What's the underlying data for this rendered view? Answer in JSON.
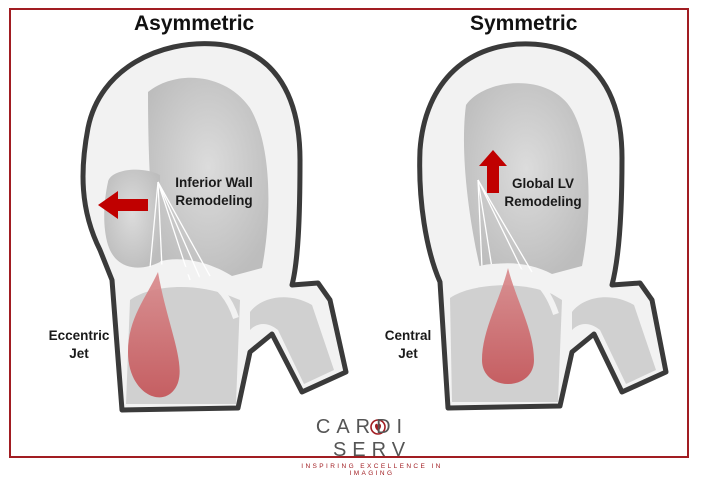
{
  "titles": {
    "left": "Asymmetric",
    "right": "Symmetric"
  },
  "left_panel": {
    "wall_label_line1": "Inferior Wall",
    "wall_label_line2": "Remodeling",
    "jet_label_line1": "Eccentric",
    "jet_label_line2": "Jet",
    "arrow_direction": "left"
  },
  "right_panel": {
    "wall_label_line1": "Global LV",
    "wall_label_line2": "Remodeling",
    "jet_label_line1": "Central",
    "jet_label_line2": "Jet",
    "arrow_direction": "up"
  },
  "logo": {
    "word_part1": "CARDI",
    "word_part2": "SERV",
    "tagline": "INSPIRING EXCELLENCE IN IMAGING"
  },
  "colors": {
    "frame": "#a11d22",
    "arrow": "#c00000",
    "jet": "#c9575a",
    "outline": "#3a3a3a",
    "wall": "#f2f2f2",
    "cavity": "#cfcfcf"
  }
}
